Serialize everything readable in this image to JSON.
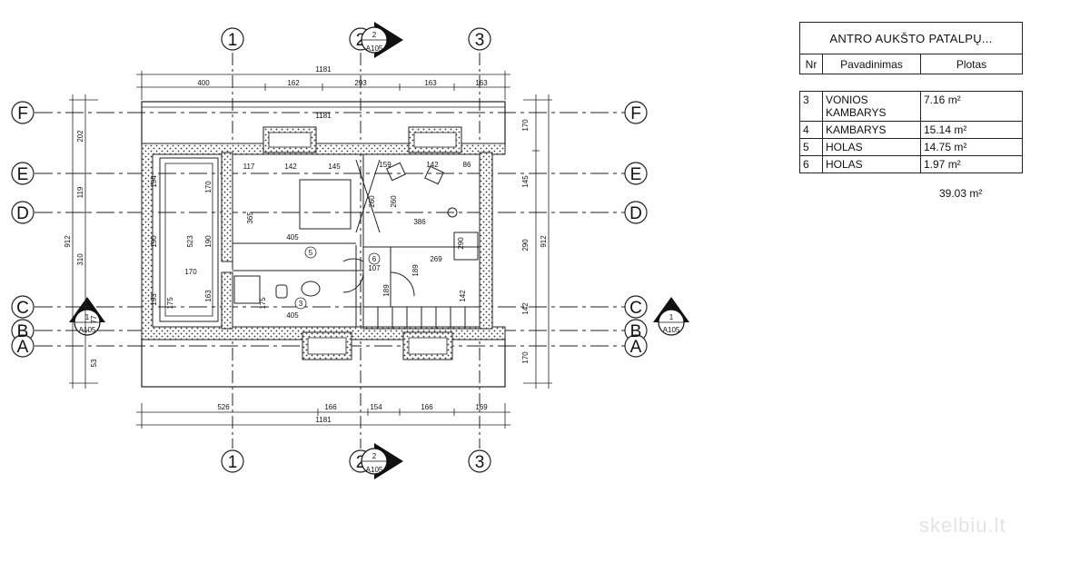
{
  "table": {
    "title": "ANTRO AUKŠTO PATALPŲ...",
    "headers": {
      "nr": "Nr",
      "name": "Pavadinimas",
      "area": "Plotas"
    },
    "rows": [
      {
        "nr": "3",
        "name": "VONIOS KAMBARYS",
        "area": "7.16 m²"
      },
      {
        "nr": "4",
        "name": "KAMBARYS",
        "area": "15.14 m²"
      },
      {
        "nr": "5",
        "name": "HOLAS",
        "area": "14.75 m²"
      },
      {
        "nr": "6",
        "name": "HOLAS",
        "area": "1.97 m²"
      }
    ],
    "total": "39.03 m²"
  },
  "grid": {
    "columns": [
      "1",
      "2",
      "3"
    ],
    "rows": [
      "F",
      "E",
      "D",
      "C",
      "B",
      "A"
    ]
  },
  "section_marks": {
    "top": {
      "num": "2",
      "sheet": "A105"
    },
    "bottom": {
      "num": "2",
      "sheet": "A105"
    },
    "left": {
      "num": "1",
      "sheet": "A105"
    },
    "right": {
      "num": "1",
      "sheet": "A105"
    }
  },
  "dims": {
    "top_total": "1181",
    "top_segments": [
      "400",
      "162",
      "293",
      "163",
      "163"
    ],
    "inner_top": "1181",
    "bottom_segments": [
      "526",
      "166",
      "154",
      "166",
      "169"
    ],
    "bottom_total": "1181",
    "left_total": "912",
    "left_segments": [
      "202",
      "119",
      "310",
      "77",
      "53"
    ],
    "right_total": "912",
    "right_segments": [
      "170",
      "145",
      "290",
      "142",
      "170"
    ]
  },
  "room_dims": [
    "117",
    "142",
    "145",
    "159",
    "142",
    "86",
    "194",
    "170",
    "365",
    "260",
    "260",
    "386",
    "405",
    "190",
    "523",
    "190",
    "170",
    "163",
    "193",
    "175",
    "175",
    "405",
    "107",
    "189",
    "189",
    "269",
    "290",
    "142"
  ],
  "room_labels": [
    "3",
    "5",
    "6"
  ],
  "watermark": "skelbiu.lt"
}
